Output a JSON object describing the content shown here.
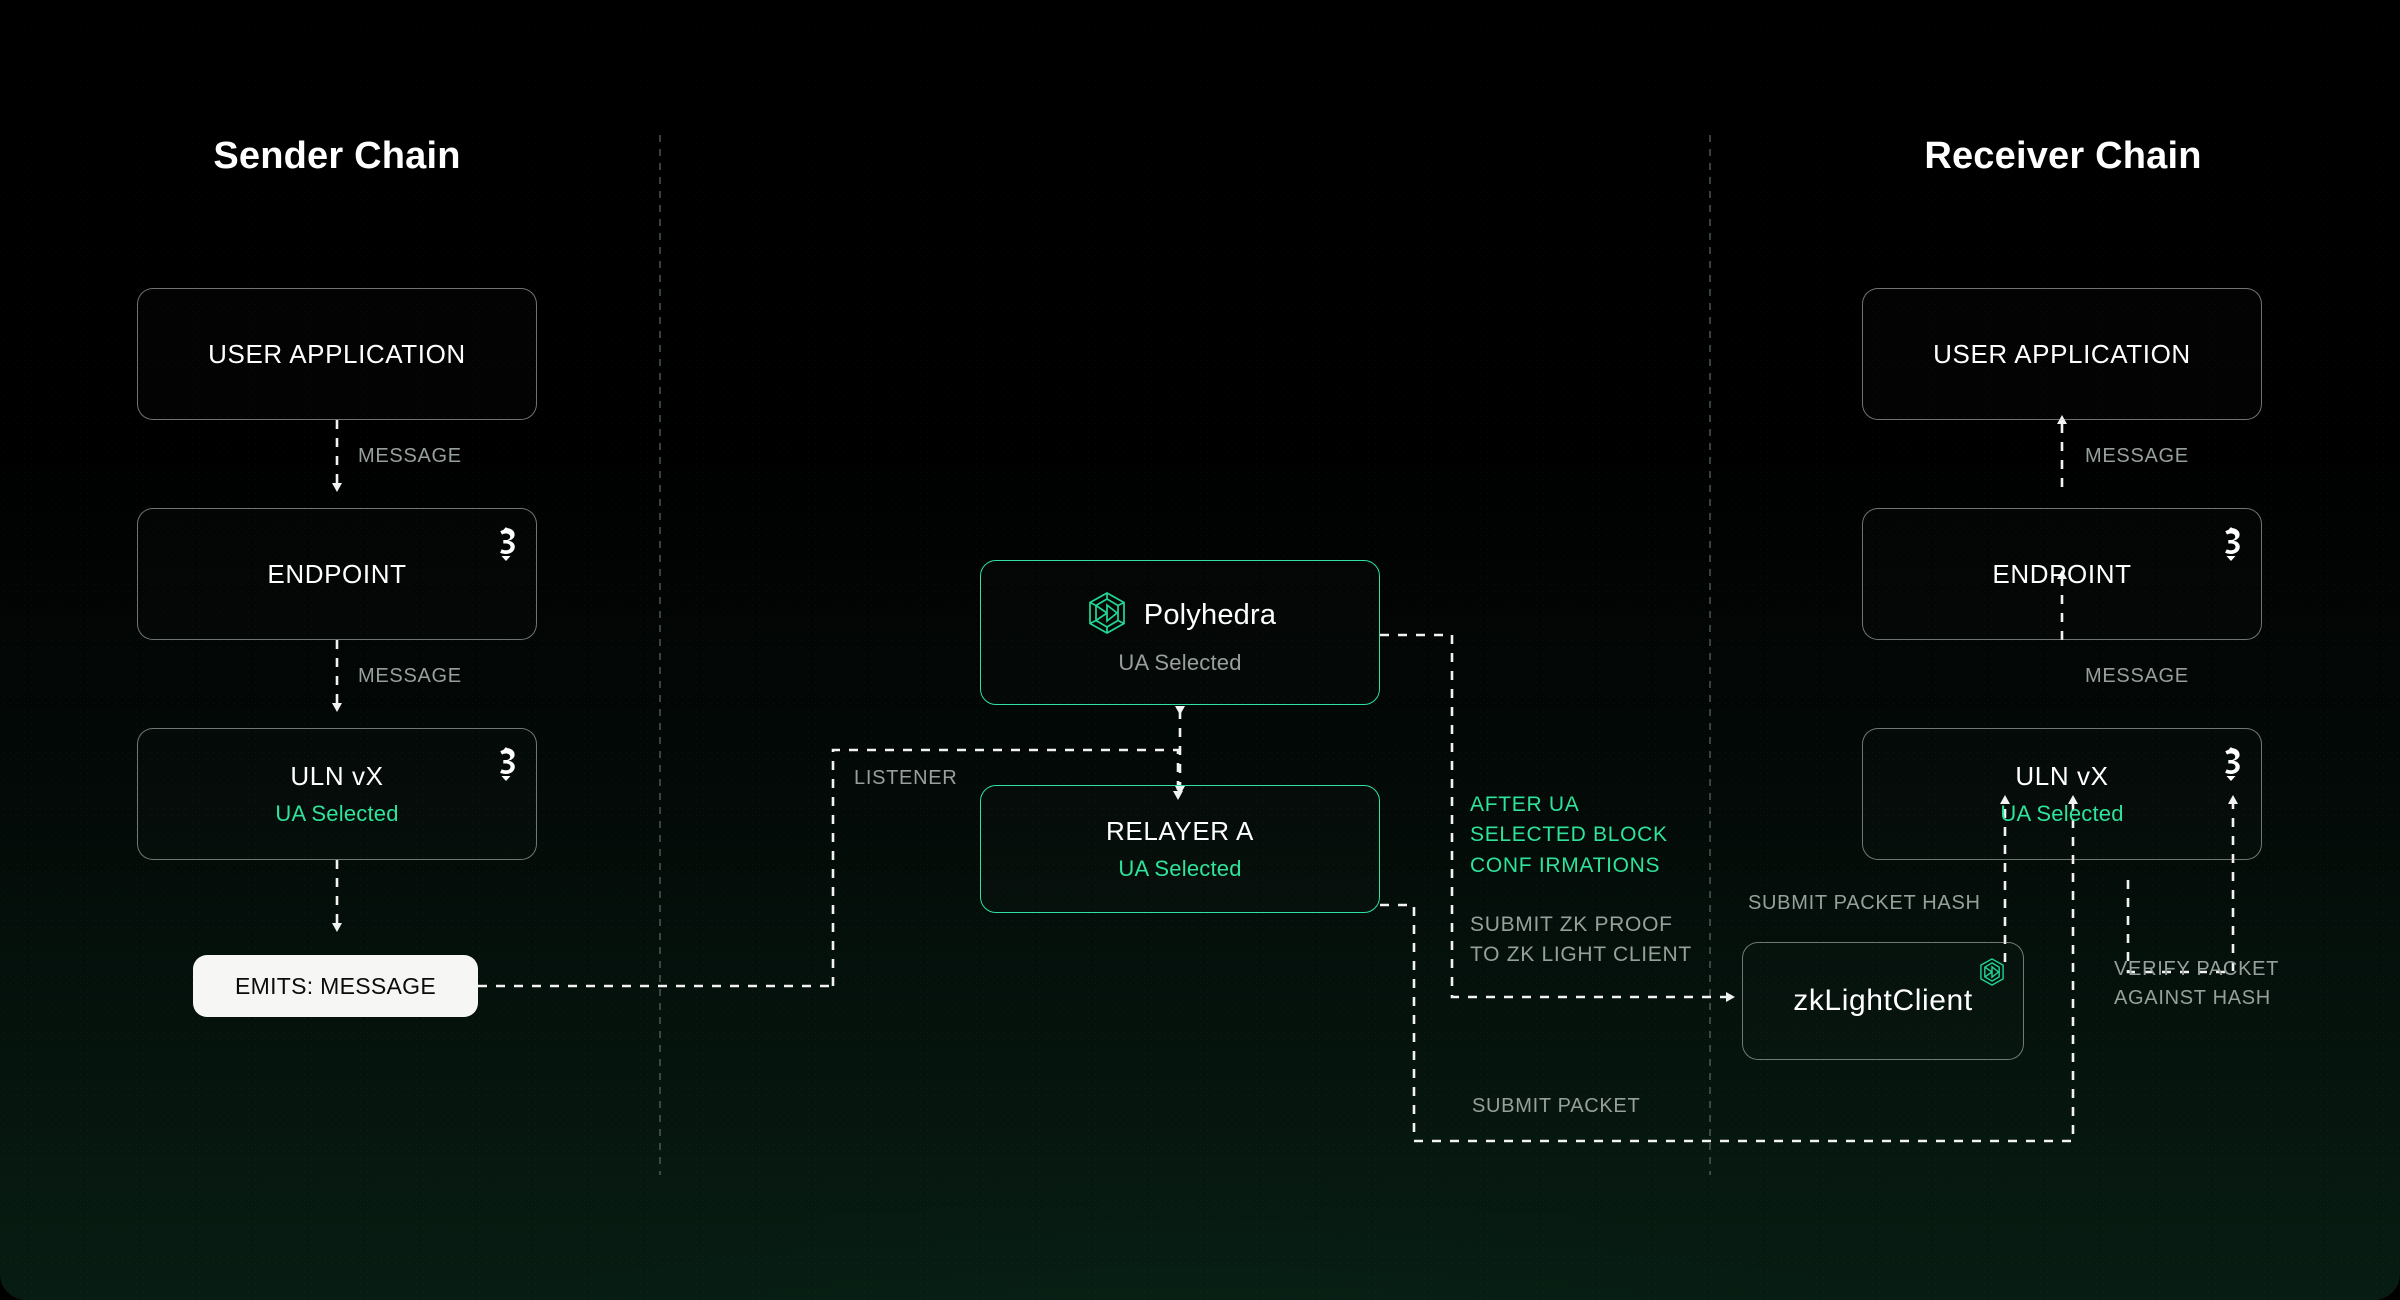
{
  "theme": {
    "accent_green": "#2fe39a",
    "muted_gray": "#97a09b",
    "white": "#ffffff",
    "background": "#000000"
  },
  "columns": {
    "sender_title": "Sender Chain",
    "receiver_title": "Receiver Chain"
  },
  "sender": {
    "user_application": {
      "title": "USER APPLICATION"
    },
    "endpoint": {
      "title": "ENDPOINT",
      "icon": "layerzero-link-icon"
    },
    "uln": {
      "title": "ULN vX",
      "sub": "UA Selected",
      "icon": "layerzero-link-icon"
    },
    "emits_pill": "EMITS: MESSAGE",
    "label_message_1": "MESSAGE",
    "label_message_2": "MESSAGE"
  },
  "middle": {
    "polyhedra": {
      "name": "Polyhedra",
      "sub": "UA Selected",
      "icon": "polyhedra-logo-icon"
    },
    "relayer": {
      "title": "RELAYER A",
      "sub": "UA Selected"
    },
    "label_listener": "LISTENER",
    "label_after_confirmations": "AFTER UA\nSELECTED BLOCK\nCONF IRMATIONS",
    "label_submit_zk_proof": "SUBMIT ZK PROOF\nTO ZK LIGHT CLIENT",
    "label_submit_packet": "SUBMIT PACKET"
  },
  "receiver": {
    "user_application": {
      "title": "USER APPLICATION"
    },
    "endpoint": {
      "title": "ENDPOINT",
      "icon": "layerzero-link-icon"
    },
    "uln": {
      "title": "ULN vX",
      "sub": "UA Selected",
      "icon": "layerzero-link-icon"
    },
    "zk_light_client": {
      "title": "zkLightClient",
      "icon": "polyhedra-logo-icon"
    },
    "label_message_1": "MESSAGE",
    "label_message_2": "MESSAGE",
    "label_submit_packet_hash": "SUBMIT PACKET HASH",
    "label_verify_packet": "VERIFY PACKET\nAGAINST HASH"
  }
}
